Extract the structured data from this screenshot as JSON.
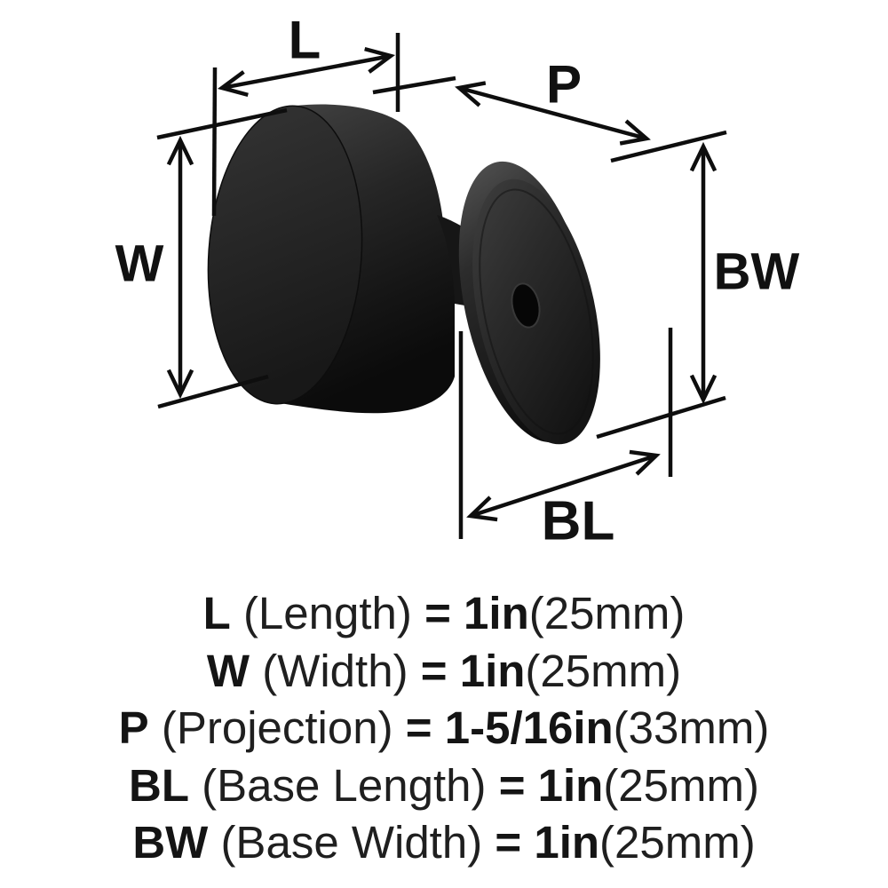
{
  "diagram": {
    "labels": {
      "l": "L",
      "w": "W",
      "p": "P",
      "bl": "BL",
      "bw": "BW"
    }
  },
  "specs": {
    "lines": [
      {
        "abbr": "L",
        "name": "(Length)",
        "eq_value": "= 1in",
        "metric": "(25mm)"
      },
      {
        "abbr": "W",
        "name": "(Width)",
        "eq_value": "= 1in",
        "metric": "(25mm)"
      },
      {
        "abbr": "P",
        "name": "(Projection)",
        "eq_value": "= 1-5/16in",
        "metric": "(33mm)"
      },
      {
        "abbr": "BL",
        "name": "(Base Length)",
        "eq_value": "= 1in",
        "metric": "(25mm)"
      },
      {
        "abbr": "BW",
        "name": "(Base Width)",
        "eq_value": "= 1in",
        "metric": "(25mm)"
      }
    ]
  },
  "colors": {
    "background": "#ffffff",
    "line_ink": "#0e0e0e",
    "text_ink": "#1a1a1a",
    "knob_highlight": "#4d4d4d",
    "knob_shadow": "#0b0b0b"
  }
}
